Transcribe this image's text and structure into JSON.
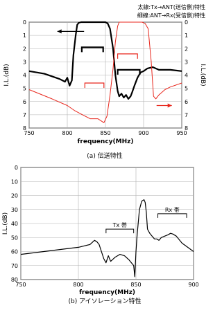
{
  "chart_data": [
    {
      "type": "line",
      "caption": "(a) 伝送特性",
      "xlabel": "frequency(MHz)",
      "ylabel_left": "I.L.(dB)",
      "ylabel_right": "I.L.(dB)",
      "xlim": [
        750,
        950
      ],
      "xticks": [
        750,
        800,
        850,
        900,
        950
      ],
      "ylim_left": [
        0,
        8
      ],
      "yticks_left": [
        0,
        1,
        2,
        3,
        4,
        5,
        6,
        7,
        8
      ],
      "ylim_right": [
        0,
        8
      ],
      "yticks_right": [
        0,
        1,
        2,
        3,
        4,
        5,
        6,
        7,
        8
      ],
      "legend": [
        "太線:Tx→ANT(送信側)特性",
        "細線:ANT→Rx(受信側)特性"
      ],
      "grid": true,
      "series": [
        {
          "name": "Tx→ANT(送信側)",
          "color": "#000000",
          "x": [
            750,
            770,
            790,
            797,
            800,
            803,
            806,
            808,
            811,
            813,
            815,
            818,
            820,
            825,
            835,
            845,
            850,
            853,
            856,
            860,
            863,
            866,
            868,
            871,
            874,
            877,
            880,
            883,
            885,
            888,
            892,
            896,
            900,
            905,
            912,
            920,
            935,
            950
          ],
          "y": [
            3.7,
            3.9,
            4.3,
            4.5,
            4.2,
            4.8,
            4.4,
            2.5,
            1.0,
            0.2,
            0.05,
            0.0,
            0.0,
            0.0,
            0.0,
            0.0,
            0.0,
            0.1,
            0.5,
            2.0,
            4.0,
            5.2,
            5.6,
            5.4,
            5.7,
            5.5,
            5.8,
            5.6,
            5.3,
            4.8,
            4.2,
            3.8,
            3.7,
            3.5,
            3.4,
            3.6,
            3.6,
            3.7
          ]
        },
        {
          "name": "ANT→Rx(受信側)",
          "color": "#e8261c",
          "x": [
            750,
            780,
            800,
            810,
            820,
            830,
            840,
            848,
            852,
            856,
            860,
            863,
            866,
            868,
            870,
            873,
            876,
            880,
            885,
            890,
            895,
            898,
            902,
            906,
            910,
            913,
            916,
            920,
            928,
            935,
            950
          ],
          "y": [
            5.1,
            5.8,
            6.3,
            6.7,
            7.0,
            7.3,
            7.3,
            7.6,
            7.1,
            5.5,
            3.5,
            1.5,
            0.3,
            0.0,
            0.0,
            0.0,
            0.0,
            0.0,
            0.0,
            0.0,
            0.0,
            0.0,
            0.1,
            0.5,
            3.0,
            5.6,
            5.8,
            5.5,
            5.1,
            4.9,
            4.6
          ]
        }
      ],
      "annotations": [
        {
          "kind": "bracket",
          "color": "#000000",
          "x": [
            819,
            847
          ],
          "y": 1.9
        },
        {
          "kind": "bracket",
          "color": "#e8261c",
          "x": [
            823,
            848
          ],
          "y": 4.6
        },
        {
          "kind": "bracket",
          "color": "#000000",
          "x": [
            866,
            895
          ],
          "y": 3.6
        },
        {
          "kind": "bracket",
          "color": "#e8261c",
          "x": [
            866,
            892
          ],
          "y": 2.4
        },
        {
          "kind": "arrow",
          "color": "#000000",
          "direction": "left",
          "x": [
            822,
            787
          ],
          "y": 0.7
        },
        {
          "kind": "arrow",
          "color": "#e8261c",
          "direction": "right",
          "x": [
            917,
            937
          ],
          "y": 6.3
        }
      ]
    },
    {
      "type": "line",
      "caption": "(b) アイソレーション特性",
      "xlabel": "frequency(MHz)",
      "ylabel": "I.L.(dB)",
      "xlim": [
        750,
        900
      ],
      "xticks": [
        750,
        800,
        850,
        900
      ],
      "ylim": [
        0,
        80
      ],
      "yticks": [
        0,
        10,
        20,
        30,
        40,
        50,
        60,
        70,
        80
      ],
      "grid": true,
      "series": [
        {
          "name": "Isolation",
          "color": "#000000",
          "x": [
            750,
            770,
            790,
            800,
            810,
            814,
            816,
            818,
            820,
            822,
            824,
            826,
            828,
            832,
            836,
            840,
            844,
            846,
            848,
            849,
            850,
            851,
            853,
            855,
            857,
            858,
            859,
            860,
            862,
            864,
            866,
            868,
            870,
            872,
            875,
            878,
            880,
            882,
            885,
            890,
            900
          ],
          "y": [
            62,
            60,
            58,
            57,
            55,
            52,
            53,
            55,
            60,
            65,
            68,
            63,
            67,
            64,
            62,
            63,
            66,
            68,
            70,
            78,
            60,
            48,
            30,
            24,
            23,
            25,
            32,
            44,
            47,
            49,
            51,
            51,
            52,
            50,
            49,
            48,
            47,
            47.5,
            49,
            54,
            60
          ]
        }
      ],
      "annotations": [
        {
          "kind": "label",
          "text": "Tx 帯",
          "x": [
            824,
            848
          ],
          "y": 44
        },
        {
          "kind": "label",
          "text": "Rx 帯",
          "x": [
            869,
            894
          ],
          "y": 33
        }
      ]
    }
  ]
}
